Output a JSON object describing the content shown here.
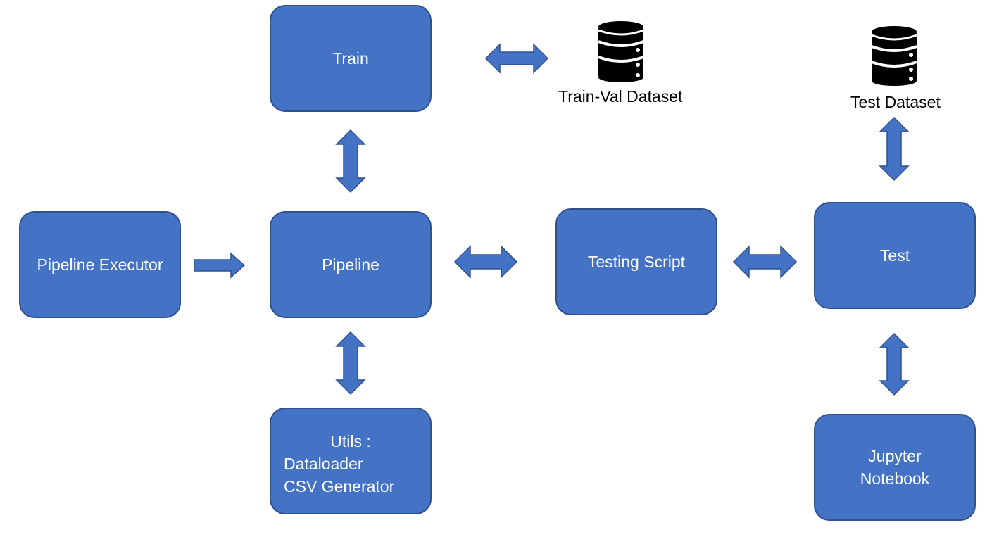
{
  "diagram": {
    "nodes": {
      "train": {
        "label": "Train"
      },
      "pipeline_executor": {
        "label": "Pipeline Executor"
      },
      "pipeline": {
        "label": "Pipeline"
      },
      "utils": {
        "lines": [
          "Utils :",
          "Dataloader",
          "CSV Generator"
        ]
      },
      "testing_script": {
        "label": "Testing Script"
      },
      "test": {
        "label": "Test"
      },
      "jupyter": {
        "lines": [
          "Jupyter",
          "Notebook"
        ]
      }
    },
    "datasets": {
      "train_val": {
        "label": "Train-Val Dataset",
        "icon": "database-icon"
      },
      "test": {
        "label": "Test Dataset",
        "icon": "database-icon"
      }
    },
    "edges": [
      {
        "from": "Pipeline Executor",
        "to": "Pipeline",
        "type": "single"
      },
      {
        "from": "Pipeline",
        "to": "Train",
        "type": "double"
      },
      {
        "from": "Pipeline",
        "to": "Utils",
        "type": "double"
      },
      {
        "from": "Pipeline",
        "to": "Testing Script",
        "type": "double"
      },
      {
        "from": "Testing Script",
        "to": "Test",
        "type": "double"
      },
      {
        "from": "Train",
        "to": "Train-Val Dataset",
        "type": "double"
      },
      {
        "from": "Test",
        "to": "Test Dataset",
        "type": "double"
      },
      {
        "from": "Test",
        "to": "Jupyter Notebook",
        "type": "double"
      }
    ],
    "colors": {
      "box_fill": "#4472c4",
      "box_border": "#2f528f",
      "arrow_fill": "#4472c4",
      "arrow_stroke": "#2f528f",
      "text_on_box": "#ffffff",
      "db_icon": "#000000"
    }
  }
}
